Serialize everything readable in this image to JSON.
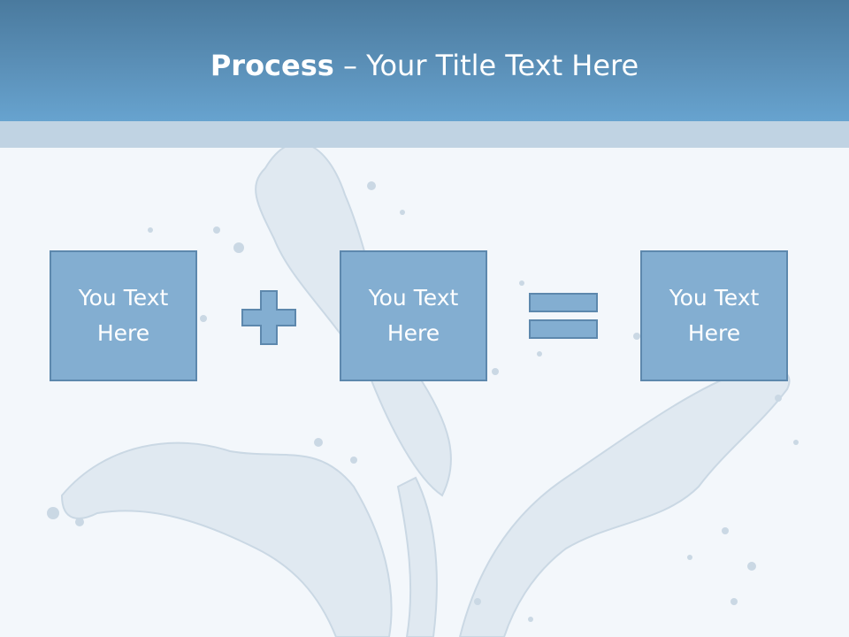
{
  "slide": {
    "title_strong": "Process",
    "title_rest": " – Your Title Text Here"
  },
  "process": {
    "boxes": [
      {
        "text": "You Text Here"
      },
      {
        "text": "You Text Here"
      },
      {
        "text": "You Text Here"
      }
    ],
    "operators": [
      "plus-icon",
      "equals-icon"
    ]
  },
  "colors": {
    "header": "#5b90b8",
    "band": "#c0d3e3",
    "box_fill": "#83aed1",
    "box_border": "#5d88ad",
    "background": "#f3f7fb"
  }
}
